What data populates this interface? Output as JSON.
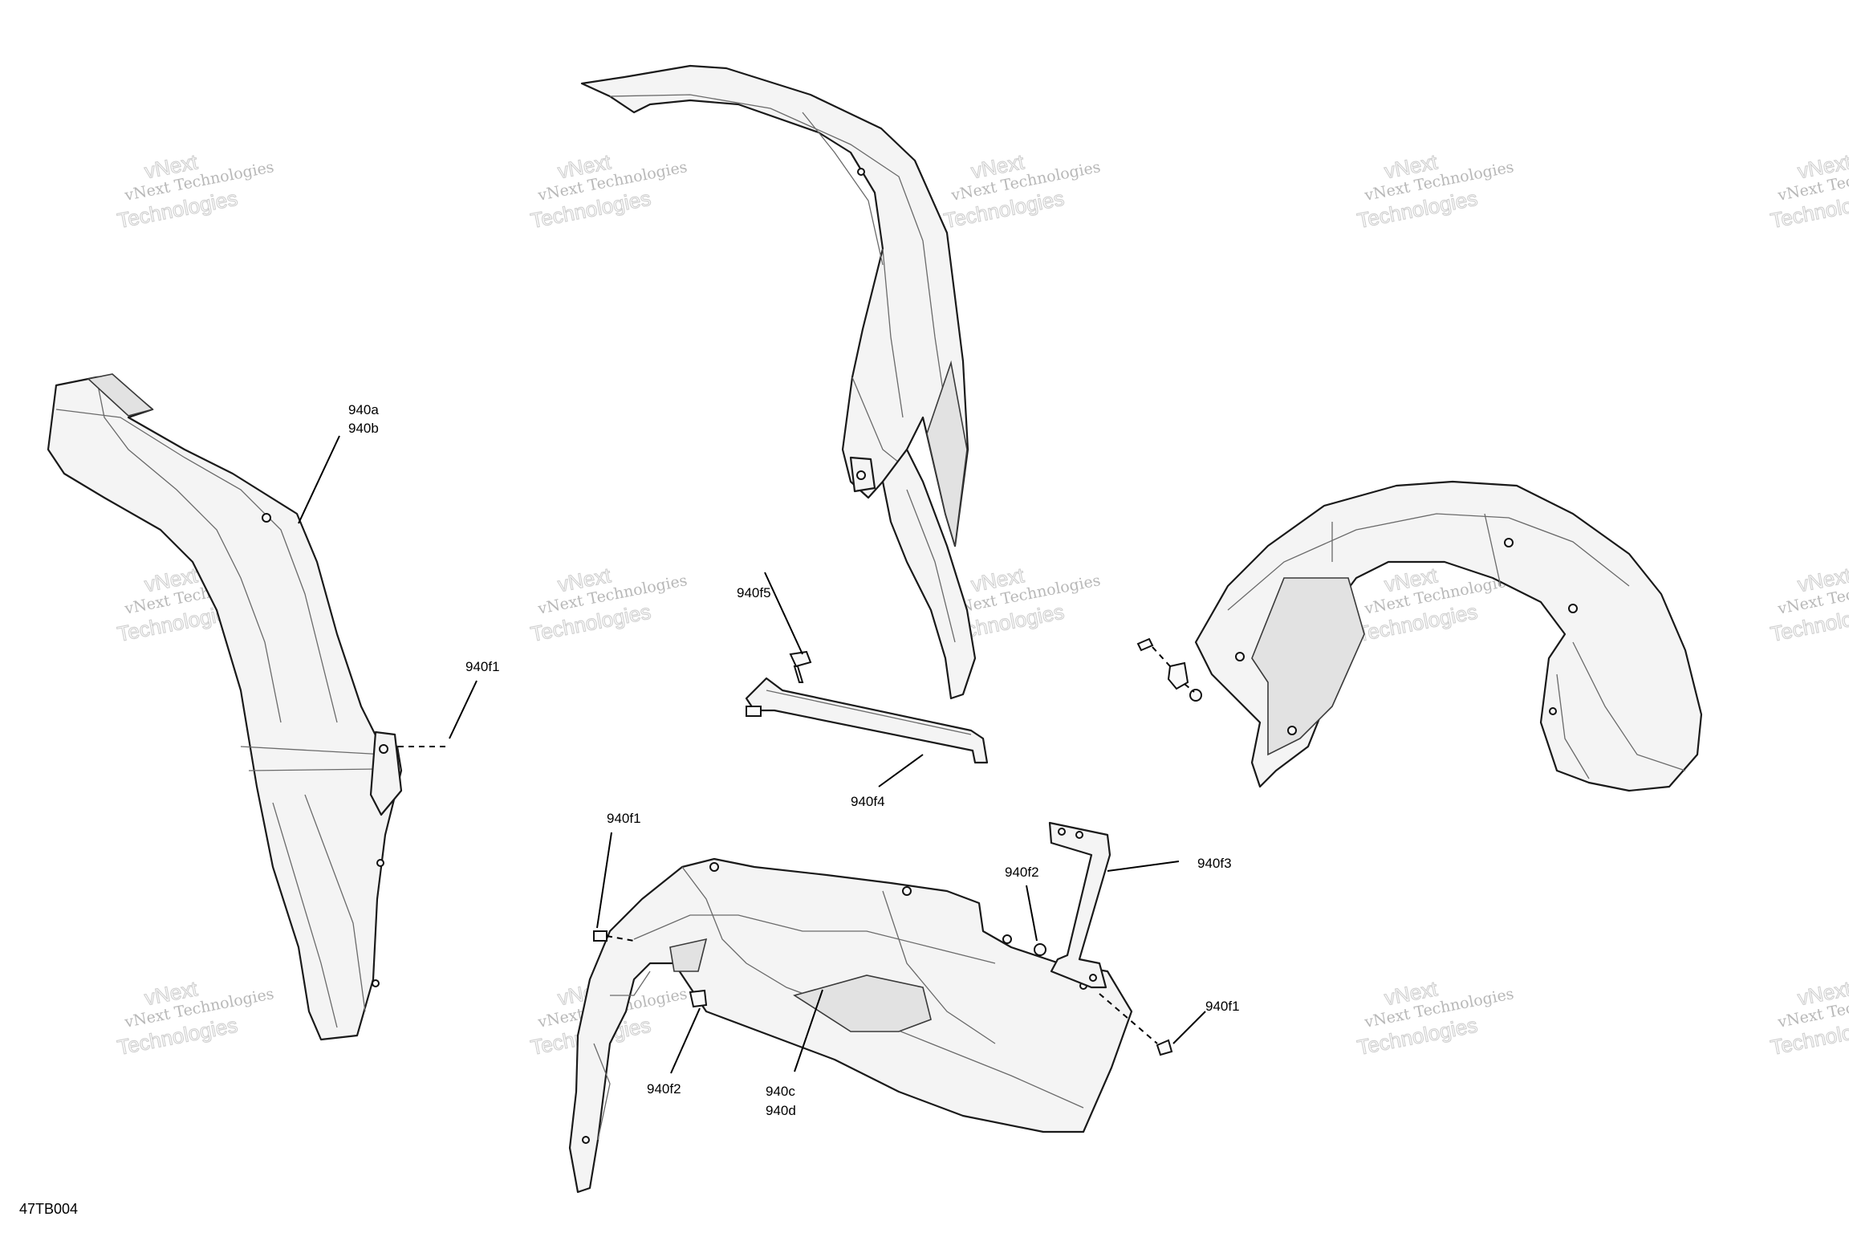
{
  "figure_ref": "47TB004",
  "watermark": {
    "line1": "vNext Technologies",
    "line2": "Technologies",
    "overlay": "vNext"
  },
  "callouts": {
    "c940ab_line1": "940a",
    "c940ab_line2": "940b",
    "c940f1_left": "940f1",
    "c940f5": "940f5",
    "c940f4": "940f4",
    "c940f1_bottom": "940f1",
    "c940f2_top": "940f2",
    "c940f3": "940f3",
    "c940f1_right": "940f1",
    "c940f2_bottom": "940f2",
    "c940cd_line1": "940c",
    "c940cd_line2": "940d"
  },
  "parts": [
    "front-left-fender-extension",
    "front-right-fender-extension",
    "support-bracket",
    "rear-left-fender",
    "rear-right-fender"
  ]
}
